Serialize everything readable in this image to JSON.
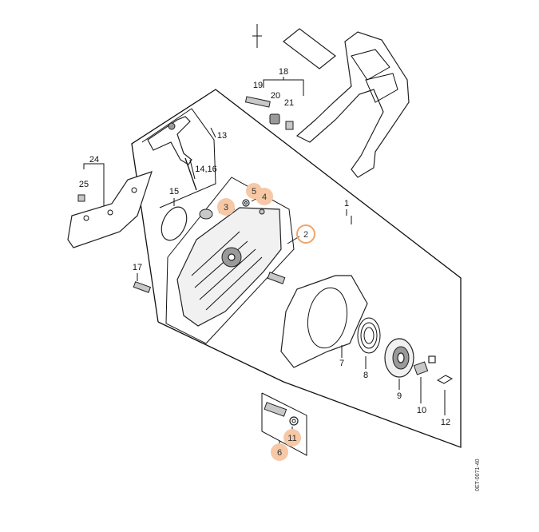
{
  "diagram": {
    "highlight_color": "#f6c8a5",
    "highlight_ring_color": "#f0a468",
    "reference_code": "0ET-0071-40",
    "callouts": [
      {
        "id": "c1",
        "label": "1",
        "highlight": false
      },
      {
        "id": "c2",
        "label": "2",
        "highlight": true,
        "ring": true
      },
      {
        "id": "c3",
        "label": "3",
        "highlight": true
      },
      {
        "id": "c4",
        "label": "4",
        "highlight": true
      },
      {
        "id": "c5",
        "label": "5",
        "highlight": true
      },
      {
        "id": "c6",
        "label": "6",
        "highlight": true
      },
      {
        "id": "c7",
        "label": "7",
        "highlight": false
      },
      {
        "id": "c8",
        "label": "8",
        "highlight": false
      },
      {
        "id": "c9",
        "label": "9",
        "highlight": false
      },
      {
        "id": "c10",
        "label": "10",
        "highlight": false
      },
      {
        "id": "c11",
        "label": "11",
        "highlight": true
      },
      {
        "id": "c12",
        "label": "12",
        "highlight": false
      },
      {
        "id": "c13",
        "label": "13",
        "highlight": false
      },
      {
        "id": "c14",
        "label": "14,16",
        "highlight": false
      },
      {
        "id": "c15",
        "label": "15",
        "highlight": false
      },
      {
        "id": "c17",
        "label": "17",
        "highlight": false
      },
      {
        "id": "c18",
        "label": "18",
        "highlight": false
      },
      {
        "id": "c19",
        "label": "19",
        "highlight": false
      },
      {
        "id": "c20",
        "label": "20",
        "highlight": false
      },
      {
        "id": "c21",
        "label": "21",
        "highlight": false
      },
      {
        "id": "c24",
        "label": "24",
        "highlight": false
      },
      {
        "id": "c25",
        "label": "25",
        "highlight": false
      }
    ]
  }
}
